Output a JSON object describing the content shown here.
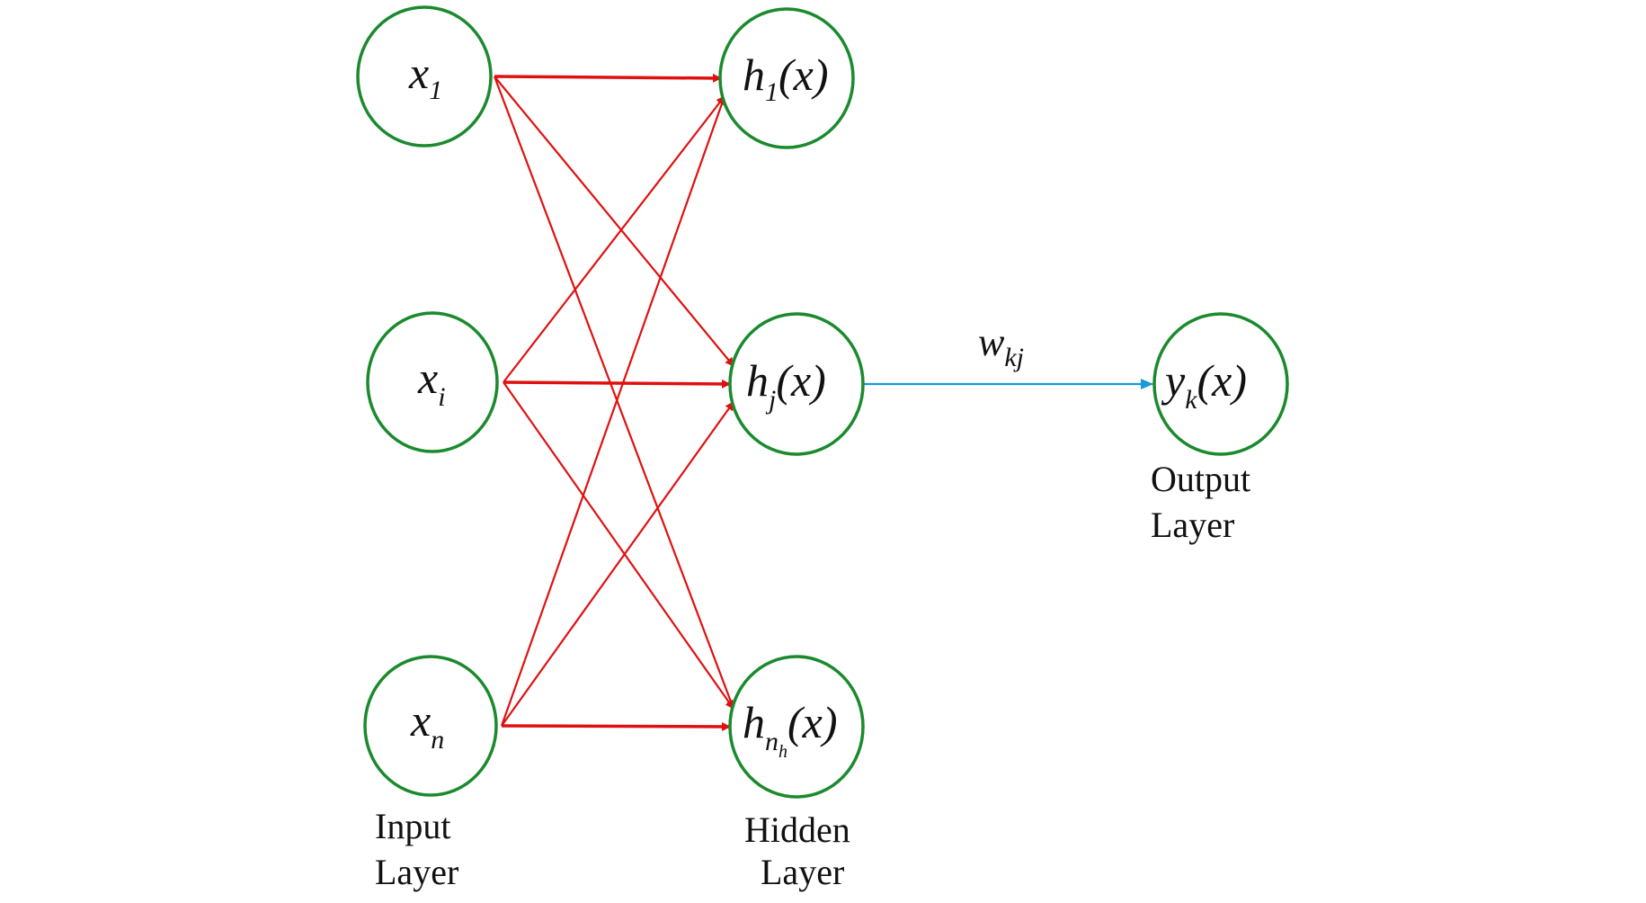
{
  "colors": {
    "node_stroke": "#1b8a2e",
    "input_edges": "#e01010",
    "output_edge": "#1a9ad6"
  },
  "nodes": {
    "x1": {
      "main": "x",
      "sub": "1"
    },
    "xi": {
      "main": "x",
      "sub": "i"
    },
    "xn": {
      "main": "x",
      "sub": "n"
    },
    "h1": {
      "main": "h",
      "sub": "1",
      "arg": "(x)"
    },
    "hj": {
      "main": "h",
      "sub": "j",
      "arg": "(x)"
    },
    "hnh": {
      "main": "h",
      "sub": "n",
      "subsub": "h",
      "arg": "(x)"
    },
    "yk": {
      "main": "y",
      "sub": "k",
      "arg": "(x)"
    }
  },
  "weight": {
    "main": "w",
    "sub": "kj"
  },
  "layers": {
    "input": [
      "Input",
      "Layer"
    ],
    "hidden": [
      "Hidden",
      "Layer"
    ],
    "output": [
      "Output",
      "Layer"
    ]
  }
}
